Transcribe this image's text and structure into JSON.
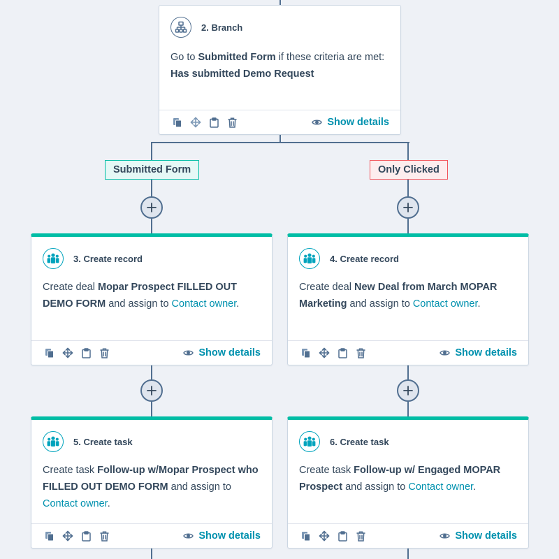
{
  "branch_card": {
    "title": "2. Branch",
    "text_prefix": "Go to ",
    "target": "Submitted Form",
    "text_suffix": " if these criteria are met:",
    "criteria": "Has submitted Demo Request",
    "show_details": "Show details"
  },
  "branches": {
    "left_label": "Submitted Form",
    "right_label": "Only Clicked"
  },
  "cards": [
    {
      "title": "3. Create record",
      "prefix": "Create deal ",
      "name": "Mopar Prospect FILLED OUT DEMO FORM",
      "middle": " and assign to ",
      "link": "Contact owner",
      "suffix": ".",
      "show_details": "Show details"
    },
    {
      "title": "4. Create record",
      "prefix": "Create deal ",
      "name": "New Deal from March MOPAR Marketing",
      "middle": " and assign to ",
      "link": "Contact owner",
      "suffix": ".",
      "show_details": "Show details"
    },
    {
      "title": "5. Create task",
      "prefix": "Create task ",
      "name": "Follow-up w/Mopar Prospect who FILLED OUT DEMO FORM",
      "middle": " and assign to ",
      "link": "Contact owner",
      "suffix": ".",
      "show_details": "Show details"
    },
    {
      "title": "6. Create task",
      "prefix": "Create task ",
      "name": "Follow-up w/ Engaged MOPAR Prospect",
      "middle": " and assign to ",
      "link": "Contact owner",
      "suffix": ".",
      "show_details": "Show details"
    }
  ],
  "icons": {
    "branch": "branch-icon",
    "action": "people-icon",
    "footer": [
      "clone-icon",
      "move-icon",
      "clipboard-icon",
      "trash-icon"
    ],
    "show_details": "eye-icon",
    "add": "plus-icon"
  },
  "colors": {
    "accent": "#00bda5",
    "link": "#0091ae",
    "connector": "#516f90",
    "left_branch_border": "#00bda5",
    "right_branch_border": "#f2545b"
  }
}
